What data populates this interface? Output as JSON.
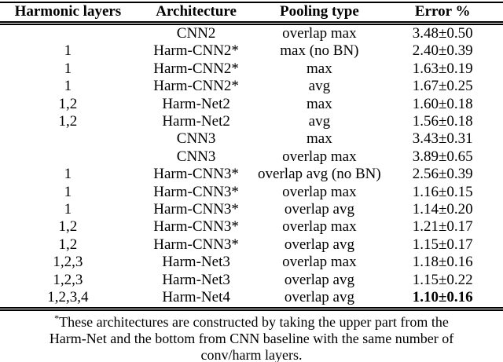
{
  "table": {
    "headers": [
      "Harmonic layers",
      "Architecture",
      "Pooling type",
      "Error %"
    ],
    "rows": [
      {
        "layers": "",
        "arch": "CNN2",
        "pool": "overlap max",
        "err": "3.48±0.50",
        "bold": false
      },
      {
        "layers": "1",
        "arch": "Harm-CNN2*",
        "pool": "max (no BN)",
        "err": "2.40±0.39",
        "bold": false
      },
      {
        "layers": "1",
        "arch": "Harm-CNN2*",
        "pool": "max",
        "err": "1.63±0.19",
        "bold": false
      },
      {
        "layers": "1",
        "arch": "Harm-CNN2*",
        "pool": "avg",
        "err": "1.67±0.25",
        "bold": false
      },
      {
        "layers": "1,2",
        "arch": "Harm-Net2",
        "pool": "max",
        "err": "1.60±0.18",
        "bold": false
      },
      {
        "layers": "1,2",
        "arch": "Harm-Net2",
        "pool": "avg",
        "err": "1.56±0.18",
        "bold": false
      },
      {
        "layers": "",
        "arch": "CNN3",
        "pool": "max",
        "err": "3.43±0.31",
        "bold": false
      },
      {
        "layers": "",
        "arch": "CNN3",
        "pool": "overlap max",
        "err": "3.89±0.65",
        "bold": false
      },
      {
        "layers": "1",
        "arch": "Harm-CNN3*",
        "pool": "overlap avg (no BN)",
        "err": "2.56±0.39",
        "bold": false
      },
      {
        "layers": "1",
        "arch": "Harm-CNN3*",
        "pool": "overlap max",
        "err": "1.16±0.15",
        "bold": false
      },
      {
        "layers": "1",
        "arch": "Harm-CNN3*",
        "pool": "overlap avg",
        "err": "1.14±0.20",
        "bold": false
      },
      {
        "layers": "1,2",
        "arch": "Harm-CNN3*",
        "pool": "overlap max",
        "err": "1.21±0.17",
        "bold": false
      },
      {
        "layers": "1,2",
        "arch": "Harm-CNN3*",
        "pool": "overlap avg",
        "err": "1.15±0.17",
        "bold": false
      },
      {
        "layers": "1,2,3",
        "arch": "Harm-Net3",
        "pool": "overlap max",
        "err": "1.18±0.16",
        "bold": false
      },
      {
        "layers": "1,2,3",
        "arch": "Harm-Net3",
        "pool": "overlap avg",
        "err": "1.15±0.22",
        "bold": false
      },
      {
        "layers": "1,2,3,4",
        "arch": "Harm-Net4",
        "pool": "overlap avg",
        "err": "1.10±0.16",
        "bold": true
      }
    ]
  },
  "footnote": {
    "marker": "*",
    "lines": [
      "These architectures are constructed by taking the upper part from the",
      "Harm-Net and the bottom from CNN baseline with the same number of",
      "conv/harm layers."
    ]
  },
  "colors": {
    "text": "#000000",
    "background": "#ffffff",
    "rule": "#000000"
  }
}
